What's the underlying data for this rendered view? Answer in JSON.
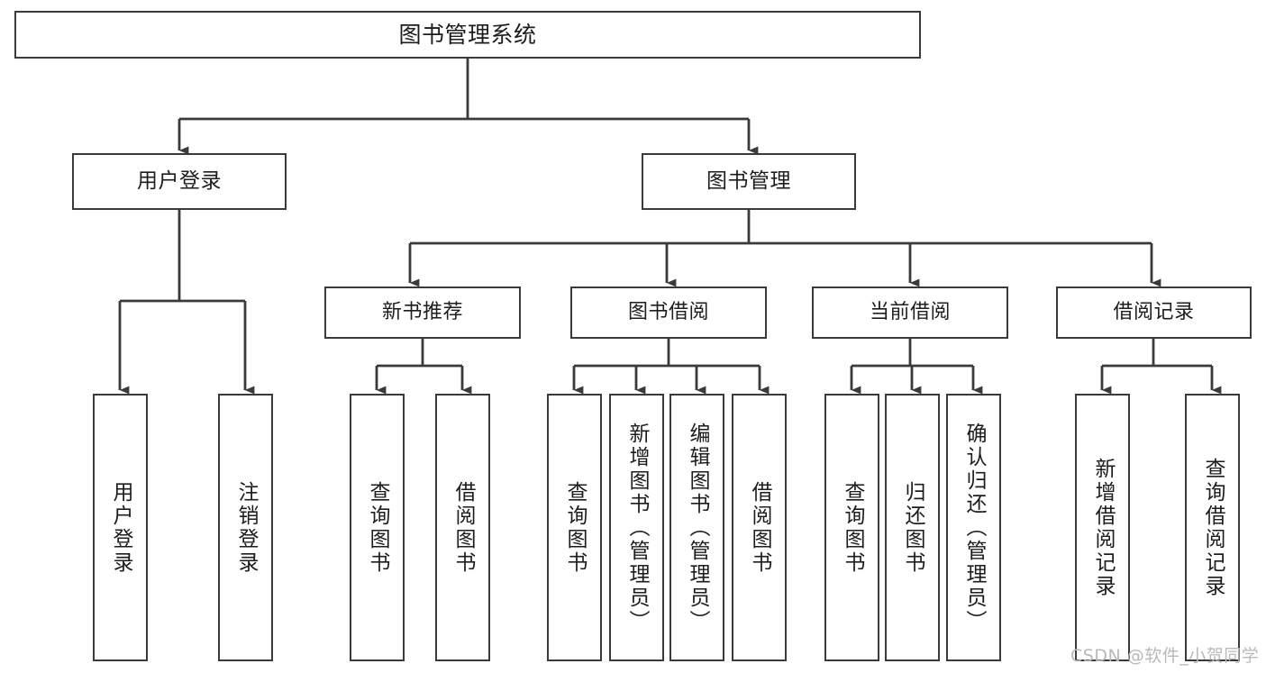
{
  "diagram": {
    "type": "hierarchy-tree",
    "title": "图书管理系统",
    "watermark": "CSDN @软件_小贺同学",
    "colors": {
      "box_border": "#3a3a3a",
      "box_fill": "#ffffff",
      "connector": "#3a3a3a",
      "text": "#1d1d1d",
      "watermark": "#b9b9b9"
    },
    "root": {
      "label": "图书管理系统"
    },
    "level1": [
      {
        "label": "用户登录"
      },
      {
        "label": "图书管理"
      }
    ],
    "level2": [
      {
        "label": "新书推荐"
      },
      {
        "label": "图书借阅"
      },
      {
        "label": "当前借阅"
      },
      {
        "label": "借阅记录"
      }
    ],
    "leaves": {
      "user_login": [
        {
          "label": "用户登录"
        },
        {
          "label": "注销登录"
        }
      ],
      "new_book_recommend": [
        {
          "label": "查询图书"
        },
        {
          "label": "借阅图书"
        }
      ],
      "book_borrow": [
        {
          "label": "查询图书"
        },
        {
          "label": "新增图书（管理员）"
        },
        {
          "label": "编辑图书（管理员）"
        },
        {
          "label": "借阅图书"
        }
      ],
      "current_borrow": [
        {
          "label": "查询图书"
        },
        {
          "label": "归还图书"
        },
        {
          "label": "确认归还（管理员）"
        }
      ],
      "borrow_record": [
        {
          "label": "新增借阅记录"
        },
        {
          "label": "查询借阅记录"
        }
      ]
    }
  }
}
